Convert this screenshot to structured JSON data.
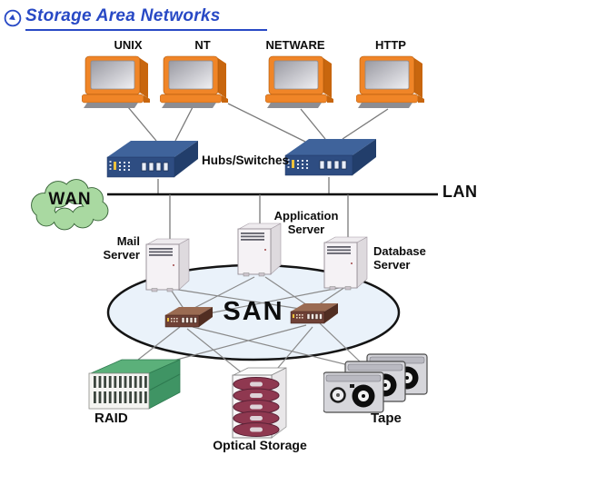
{
  "header": {
    "title": "Storage Area Networks"
  },
  "workstations": [
    {
      "label": "UNIX"
    },
    {
      "label": "NT"
    },
    {
      "label": "NETWARE"
    },
    {
      "label": "HTTP"
    }
  ],
  "network": {
    "hubs_label": "Hubs/Switches",
    "wan_label": "WAN",
    "lan_label": "LAN",
    "san_label": "SAN"
  },
  "servers": [
    {
      "lines": [
        "Mail",
        "Server"
      ]
    },
    {
      "lines": [
        "Application",
        "Server"
      ]
    },
    {
      "lines": [
        "Database",
        "Server"
      ]
    }
  ],
  "storage": [
    {
      "label": "RAID"
    },
    {
      "label": "Optical Storage"
    },
    {
      "label": "Tape"
    }
  ],
  "colors": {
    "title_blue": "#2849c5",
    "workstation_orange": "#f08527",
    "hub_blue": "#2e4d82",
    "wan_cloud_green": "#a9d9a1",
    "san_ellipse_fill": "#eaf2fa",
    "san_switch_brown": "#6f4136",
    "raid_green": "#5bb07a",
    "optical_disc_maroon": "#8f3850",
    "lan_line_black": "#000000",
    "connector_gray": "#7a7a7a"
  }
}
